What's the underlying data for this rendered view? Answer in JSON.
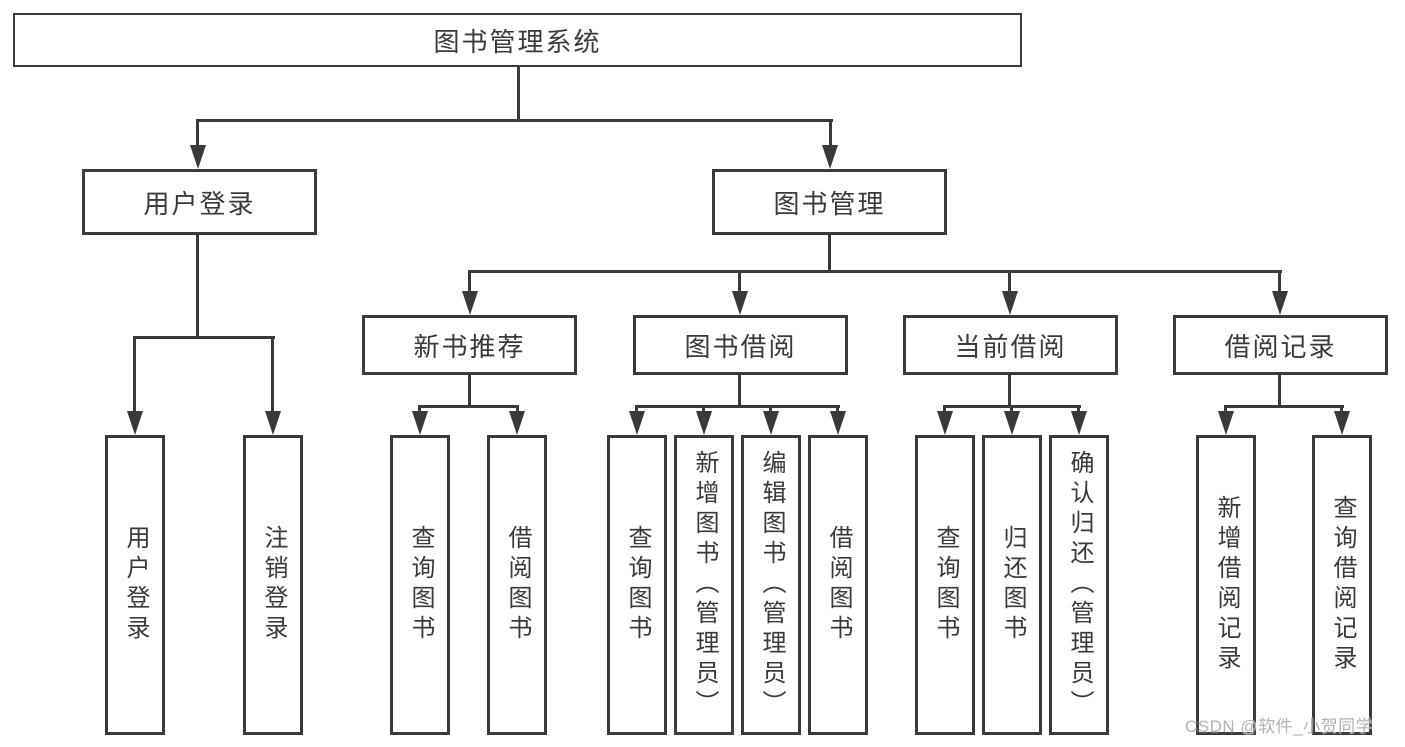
{
  "diagram": {
    "root": {
      "label": "图书管理系统"
    },
    "level2": [
      {
        "label": "用户登录"
      },
      {
        "label": "图书管理"
      }
    ],
    "level3": [
      {
        "label": "新书推荐"
      },
      {
        "label": "图书借阅"
      },
      {
        "label": "当前借阅"
      },
      {
        "label": "借阅记录"
      }
    ],
    "leaves": {
      "user_login": [
        "用户登录",
        "注销登录"
      ],
      "new_book": [
        "查询图书",
        "借阅图书"
      ],
      "book_borrow": [
        "查询图书",
        "新增图书（管理员）",
        "编辑图书（管理员）",
        "借阅图书"
      ],
      "current_borrow": [
        "查询图书",
        "归还图书",
        "确认归还（管理员）"
      ],
      "borrow_record": [
        "新增借阅记录",
        "查询借阅记录"
      ]
    }
  },
  "watermark": {
    "text": "CSDN @软件_小贺同学"
  },
  "colors": {
    "line": "#3a3a3a",
    "text": "#3a3a3a",
    "background": "#ffffff",
    "watermark": "#b3b3b3"
  }
}
